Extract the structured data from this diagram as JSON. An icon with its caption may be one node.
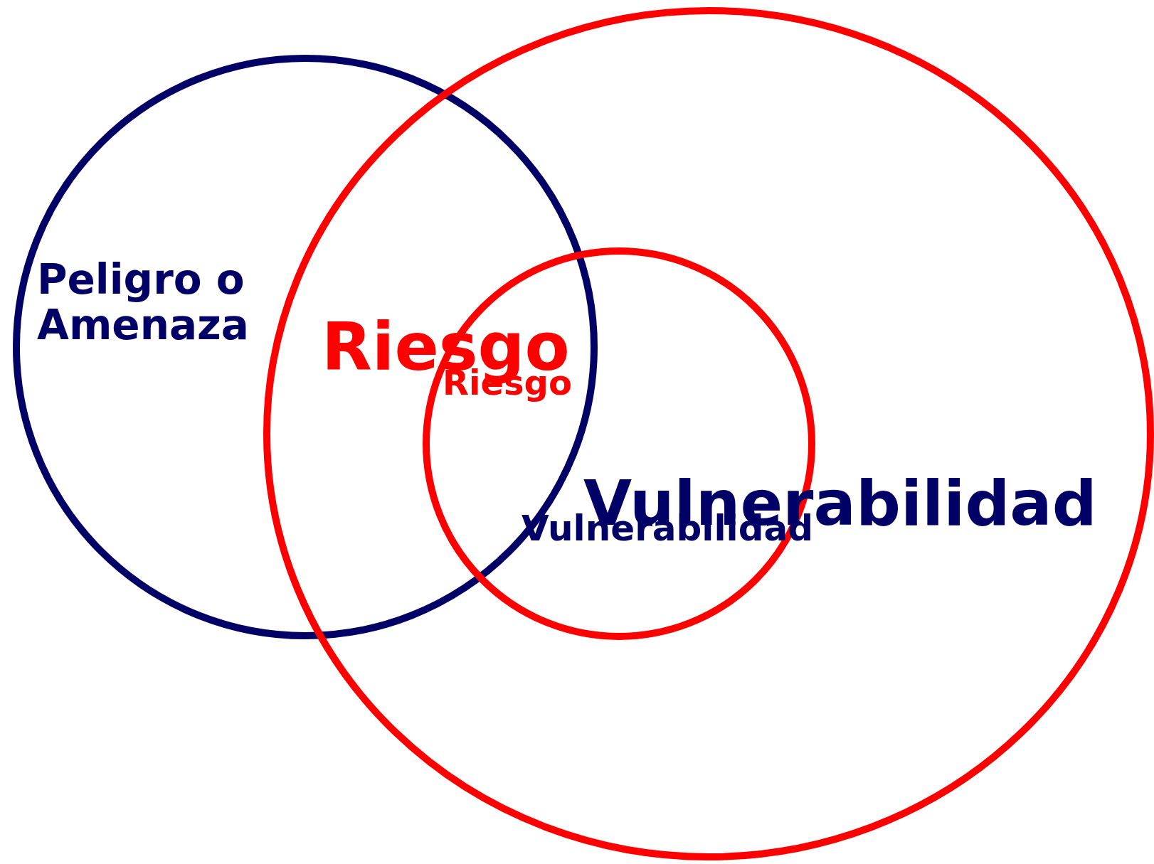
{
  "diagram": {
    "nodes": [
      {
        "text": [
          "Peligro o Amenaza"
        ]
      },
      {
        "text": [],
        "shape": "circle"
      },
      {
        "text": [],
        "shape": "circle",
        "in": 1
      }
    ],
    "labels": [
      "Riesgo",
      "Riesgo",
      "Vulnerabilidad",
      "Vulnerabilidad"
    ]
  }
}
